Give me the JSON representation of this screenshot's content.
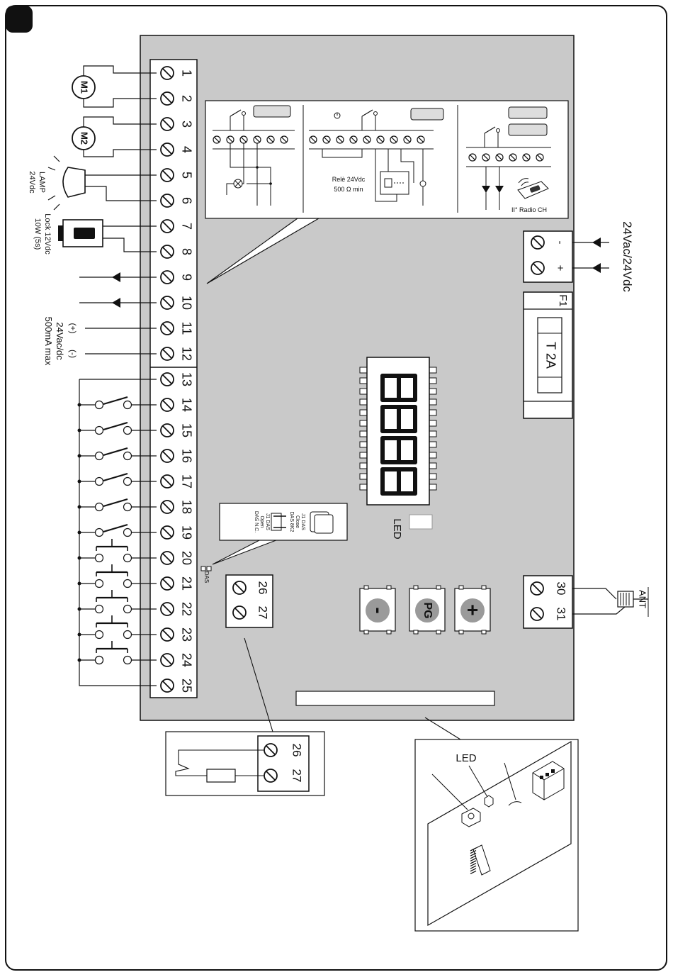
{
  "terminals": {
    "numbers": [
      "1",
      "2",
      "3",
      "4",
      "5",
      "6",
      "7",
      "8",
      "9",
      "10",
      "11",
      "12",
      "13",
      "14",
      "15",
      "16",
      "17",
      "18",
      "19",
      "20",
      "21",
      "22",
      "23",
      "24",
      "25"
    ]
  },
  "devices": {
    "motor1": "M1",
    "motor2": "M2",
    "lamp_line1": "LAMP",
    "lamp_line2": "24Vdc",
    "lock_line1": "Lock 12Vdc",
    "lock_line2": "10W (5s)",
    "acc_plus": "(+)",
    "acc_minus": "(-)",
    "acc_line1": "24Vac/dc",
    "acc_line2": "500mA max"
  },
  "power": {
    "label": "24Vac/24Vdc",
    "minus": "-",
    "plus": "+"
  },
  "fuse": {
    "id": "F1",
    "rating": "T 2A"
  },
  "relay_panel": {
    "relay_line1": "Relè 24Vdc",
    "relay_line2": "500 Ω min",
    "radio": "II° Radio CH"
  },
  "display": {
    "digits": "8888",
    "led": "LED"
  },
  "jumper": {
    "open_l1": "J1 DAS",
    "open_l2": "Open",
    "open_l3": "DAS N.C.",
    "closed_l1": "J1 DAS",
    "closed_l2": "Close",
    "closed_l3": "DAS 8K2",
    "das": "DAS"
  },
  "aux_terminals": {
    "t26": "26",
    "t27": "27"
  },
  "antenna_terminals": {
    "t30": "30",
    "t31": "31",
    "ant": "ANT"
  },
  "buttons": {
    "minus": "-",
    "pg": "PG",
    "plus": "+"
  },
  "board_detail": {
    "led": "LED"
  }
}
